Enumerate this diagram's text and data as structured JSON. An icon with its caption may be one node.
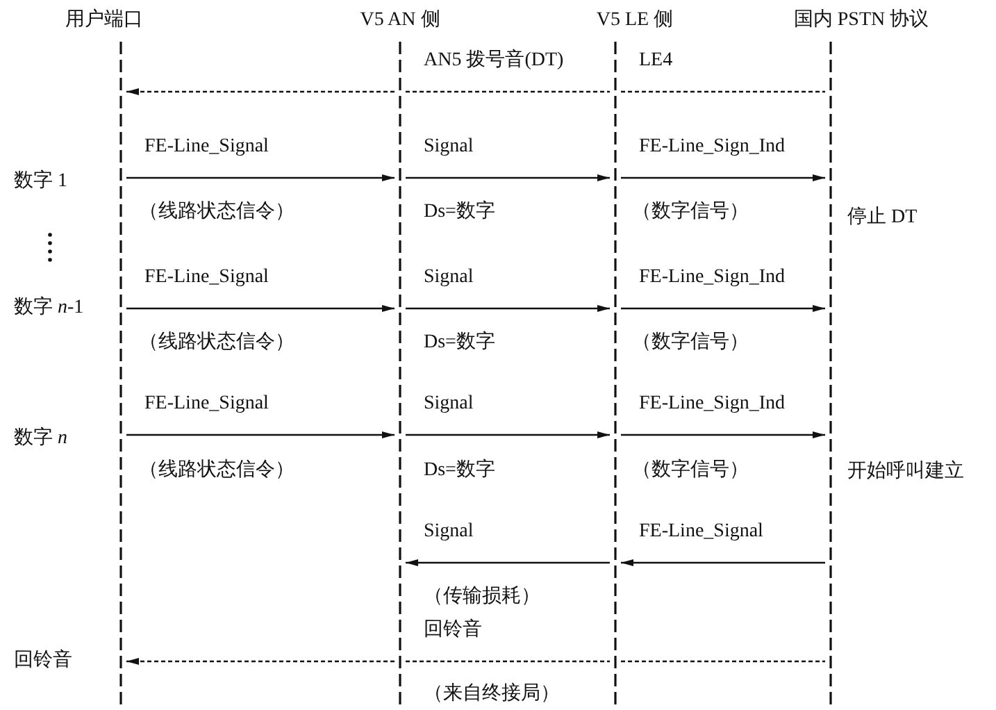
{
  "diagram": {
    "nodes": [
      {
        "text": [
          "用户端口"
        ]
      },
      {
        "text": [
          "V5 AN 侧"
        ]
      },
      {
        "text": [
          "V5 LE 侧"
        ]
      },
      {
        "text": [
          "国内 PSTN 协议"
        ]
      }
    ],
    "edges": [
      {
        "from": 1,
        "to": 0,
        "arrow": "to",
        "style": "dashed"
      },
      {
        "from": 1,
        "to": 2,
        "arrow": "none",
        "style": "dashed",
        "label": "AN5 拨号音(DT)"
      },
      {
        "from": 2,
        "to": 3,
        "arrow": "none",
        "style": "dashed",
        "label": "LE4"
      },
      {
        "from": 0,
        "to": 1,
        "arrow": "to",
        "label": "FE-Line_Signal"
      },
      {
        "from": 1,
        "to": 2,
        "arrow": "to",
        "label": "Signal"
      },
      {
        "from": 2,
        "to": 3,
        "arrow": "to",
        "label": "FE-Line_Sign_Ind"
      },
      {
        "from": 0,
        "to": 1,
        "arrow": "to",
        "label": "FE-Line_Signal"
      },
      {
        "from": 1,
        "to": 2,
        "arrow": "to",
        "label": "Signal"
      },
      {
        "from": 2,
        "to": 3,
        "arrow": "to",
        "label": "FE-Line_Sign_Ind"
      },
      {
        "from": 0,
        "to": 1,
        "arrow": "to",
        "label": "FE-Line_Signal"
      },
      {
        "from": 1,
        "to": 2,
        "arrow": "to",
        "label": "Signal"
      },
      {
        "from": 2,
        "to": 3,
        "arrow": "to",
        "label": "FE-Line_Sign_Ind"
      },
      {
        "from": 3,
        "to": 2,
        "arrow": "to",
        "label": "FE-Line_Signal"
      },
      {
        "from": 2,
        "to": 1,
        "arrow": "to",
        "label": "Signal"
      },
      {
        "from": 1,
        "to": 0,
        "arrow": "to",
        "style": "dashed"
      },
      {
        "from": 1,
        "to": 2,
        "arrow": "none",
        "style": "dashed",
        "label": "回铃音"
      },
      {
        "from": 2,
        "to": 3,
        "arrow": "none",
        "style": "dashed"
      }
    ],
    "labels": [
      "数字 1",
      "（线路状态信令）",
      "Ds=数字",
      "（数字信号）",
      "停止 DT",
      "数字 *n*-1",
      "（线路状态信令）",
      "Ds=数字",
      "（数字信号）",
      "数字 *n*",
      "（线路状态信令）",
      "Ds=数字",
      "（数字信号）",
      "开始呼叫建立",
      "（传输损耗）",
      "回铃音",
      "（来自终接局）"
    ]
  }
}
